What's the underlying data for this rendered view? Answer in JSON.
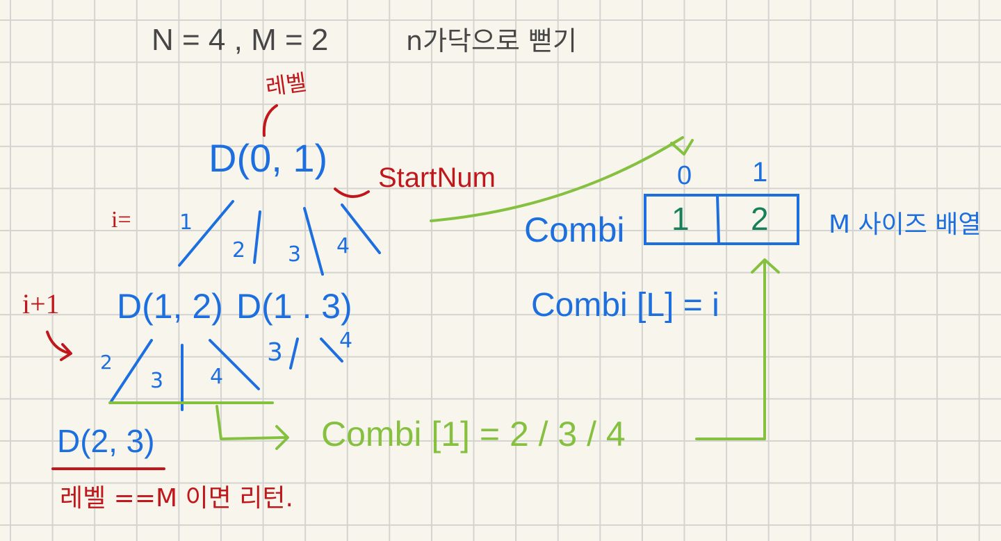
{
  "header": {
    "params": "N = 4  ,  M = 2",
    "note": "n가닥으로 뻗기"
  },
  "tree": {
    "level_label": "레벨",
    "root": "D(0, 1)",
    "start_num_label": "StartNum",
    "i_label": "i=",
    "i1_label": "i+1",
    "root_branches": [
      "1",
      "2",
      "3",
      "4"
    ],
    "level1_nodes": [
      "D(1, 2)",
      "D(1 . 3)"
    ],
    "node12_branches": [
      "2",
      "3",
      "4"
    ],
    "node13_branches": [
      "3",
      "4"
    ],
    "leaf": "D(2, 3)",
    "return_rule": "레벨 ==M 이면 리턴."
  },
  "combi": {
    "label": "Combi",
    "indices": [
      "0",
      "1"
    ],
    "values": [
      "1",
      "2"
    ],
    "size_note": "M 사이즈 배열",
    "assign_rule": "Combi [L] = i",
    "assign_values": "Combi [1] = 2 / 3 / 4"
  },
  "colors": {
    "background": "#f8f6ec",
    "grid": "#d3d3cf",
    "dark": "#464646",
    "blue": "#1d6fe0",
    "red": "#c0171c",
    "green": "#86c041",
    "teal": "#17805a"
  }
}
